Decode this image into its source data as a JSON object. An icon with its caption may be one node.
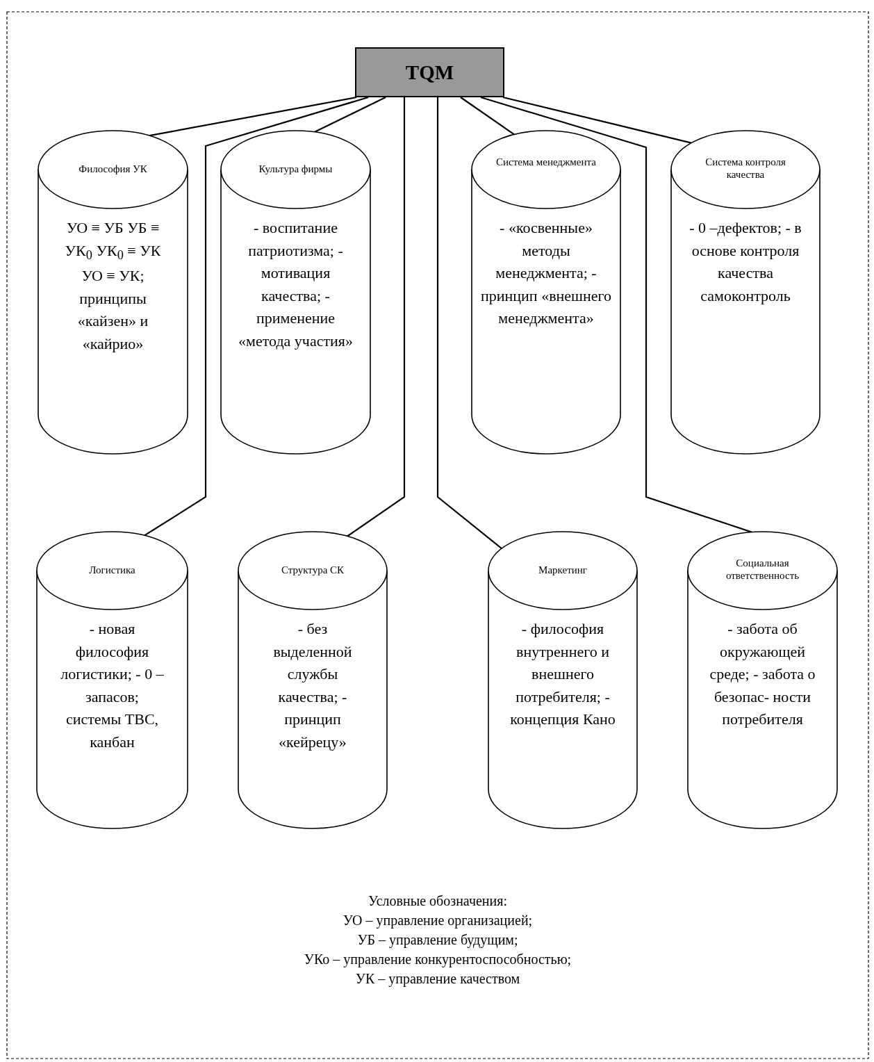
{
  "diagram": {
    "nodes": [
      {
        "text": [
          "TQM"
        ]
      },
      {
        "text": [
          "Философия УК",
          "УО ≡ УБ УБ ≡ УК$_{0}$ УК$_{0}$ ≡ УК УО ≡ УК; принципы «кайзен» и «кайрио»"
        ]
      },
      {
        "text": [
          "Культура фирмы",
          "- воспитание патриотизма; - мотивация качества; - применение «метода участия»"
        ]
      },
      {
        "text": [
          "Система менеджмента",
          "- «косвенные» методы менеджмента; - принцип «внешнего менеджмента»"
        ]
      },
      {
        "text": [
          "Система контроля качества",
          "- 0 –дефектов; - в основе контроля качества самоконтроль"
        ]
      },
      {
        "text": [
          "Логистика",
          "- новая философия логистики; - 0 –запасов; системы ТВС, канбан"
        ]
      },
      {
        "text": [
          "Структура СК",
          "- без выделенной службы качества; - принцип «кейрецу»"
        ]
      },
      {
        "text": [
          "Маркетинг",
          "- философия внутреннего и внешнего потребителя; - концепция Кано"
        ]
      },
      {
        "text": [
          "Социальная ответственность",
          "- забота об окружающей среде; - забота о безопас- ности потребителя"
        ]
      }
    ],
    "edges": [
      {
        "from": 0,
        "to": 1,
        "arrow": "none"
      },
      {
        "from": 0,
        "to": 5,
        "arrow": "none"
      },
      {
        "from": 0,
        "to": 2,
        "arrow": "none"
      },
      {
        "from": 0,
        "to": 6,
        "arrow": "none"
      },
      {
        "from": 0,
        "to": 7,
        "arrow": "none"
      },
      {
        "from": 0,
        "to": 3,
        "arrow": "none"
      },
      {
        "from": 0,
        "to": 8,
        "arrow": "none"
      },
      {
        "from": 0,
        "to": 4,
        "arrow": "none"
      }
    ],
    "labels": [
      "Условные обозначения:",
      "УО – управление организацией;",
      "УБ – управление будущим;",
      "УКо – управление конкурентоспособностью;",
      "УК – управление качеством"
    ]
  }
}
